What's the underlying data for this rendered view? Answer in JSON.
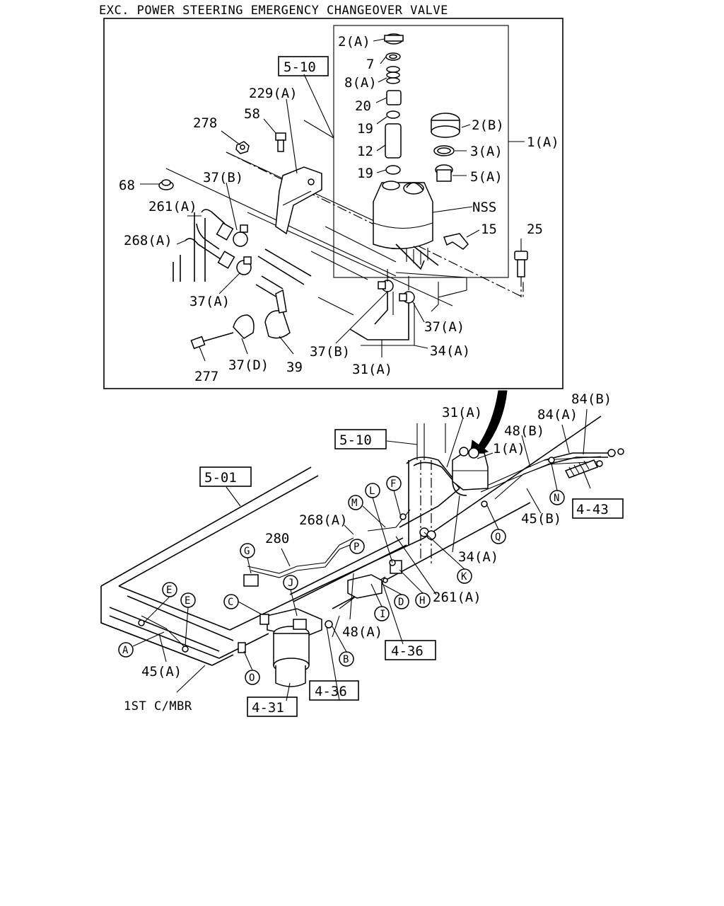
{
  "header": "EXC. POWER STEERING EMERGENCY CHANGEOVER VALVE",
  "inset": {
    "part_labels": [
      "2(A)",
      "7",
      "8(A)",
      "20",
      "19",
      "12",
      "19",
      "2(B)",
      "3(A)",
      "5(A)",
      "1(A)",
      "NSS",
      "15",
      "25",
      "5-10",
      "229(A)",
      "278",
      "58",
      "68",
      "37(B)",
      "261(A)",
      "268(A)",
      "37(A)",
      "277",
      "37(D)",
      "39",
      "37(B)",
      "31(A)",
      "34(A)",
      "37(A)"
    ]
  },
  "main": {
    "part_labels": [
      "31(A)",
      "84(B)",
      "84(A)",
      "48(B)",
      "1(A)",
      "5-10",
      "5-01",
      "4-43",
      "45(B)",
      "268(A)",
      "280",
      "34(A)",
      "261(A)",
      "48(A)",
      "4-36",
      "4-36",
      "45(A)",
      "1ST C/MBR",
      "4-31"
    ],
    "callouts": [
      "F",
      "L",
      "M",
      "N",
      "Q",
      "G",
      "P",
      "K",
      "J",
      "C",
      "E",
      "E",
      "H",
      "D",
      "I",
      "B",
      "A",
      "O"
    ]
  }
}
